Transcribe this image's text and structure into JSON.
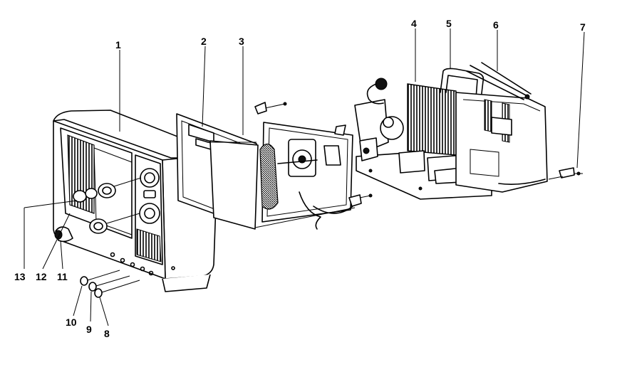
{
  "callouts": [
    {
      "id": "1",
      "text": "1"
    },
    {
      "id": "2",
      "text": "2"
    },
    {
      "id": "3",
      "text": "3"
    },
    {
      "id": "4",
      "text": "4"
    },
    {
      "id": "5",
      "text": "5"
    },
    {
      "id": "6",
      "text": "6"
    },
    {
      "id": "7",
      "text": "7"
    },
    {
      "id": "8",
      "text": "8"
    },
    {
      "id": "9",
      "text": "9"
    },
    {
      "id": "10",
      "text": "10"
    },
    {
      "id": "11",
      "text": "11"
    },
    {
      "id": "12",
      "text": "12"
    },
    {
      "id": "13",
      "text": "13"
    }
  ]
}
